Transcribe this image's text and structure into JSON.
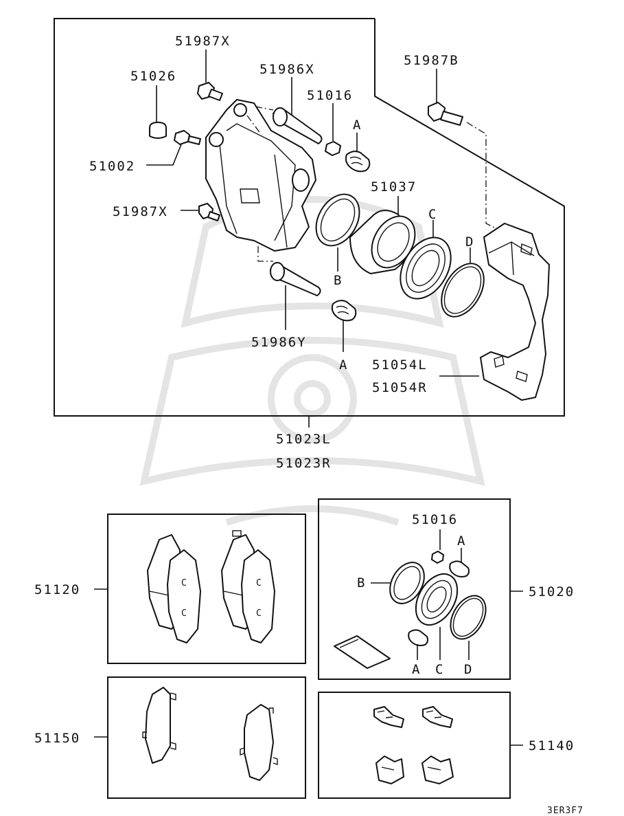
{
  "diagram": {
    "labels": {
      "bolt_top": "51987X",
      "cap": "51026",
      "pin_upper": "51986X",
      "bushing": "51016",
      "bolt_right": "51987B",
      "bleeder": "51002",
      "piston": "51037",
      "bolt_mid": "51987X",
      "pin_lower": "51986Y",
      "support_l": "51054L",
      "support_r": "51054R",
      "assy_l": "51023L",
      "assy_r": "51023R",
      "a1": "A",
      "a2": "A",
      "b": "B",
      "c": "C",
      "d": "D"
    },
    "kits": {
      "pads": "51120",
      "seal_kit": "51020",
      "shims": "51150",
      "clips": "51140",
      "kit_bushing": "51016",
      "kit_a1": "A",
      "kit_a2": "A",
      "kit_b": "B",
      "kit_c": "C",
      "kit_d": "D",
      "pad_c1": "C",
      "pad_c2": "C",
      "pad_c3": "C",
      "pad_c4": "C"
    },
    "code": "3ER3F7"
  }
}
